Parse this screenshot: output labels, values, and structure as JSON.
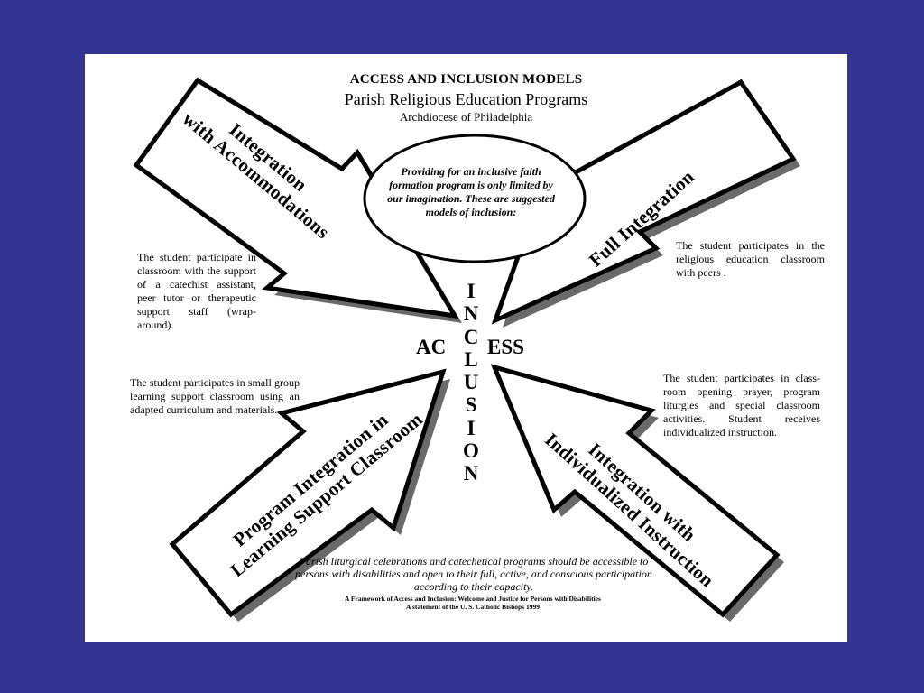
{
  "header": {
    "title": "ACCESS AND INCLUSION MODELS",
    "subtitle": "Parish Religious Education Programs",
    "organization": "Archdiocese of Philadelphia"
  },
  "center": {
    "ellipse_text": "Providing for an inclusive faith formation program is only limited by our imagination. These are suggested models of inclusion:",
    "vertical_letters": [
      "I",
      "N",
      "C",
      "L",
      "U",
      "S",
      "I",
      "O",
      "N"
    ],
    "horizontal_left": "AC",
    "horizontal_right": "ESS"
  },
  "models": {
    "top_left": {
      "label_line1": "Integration",
      "label_line2": "with Accommodations",
      "description": "The student participate in classroom with the support of a catechist assistant, peer tutor or therapeutic support staff (wrap-around)."
    },
    "top_right": {
      "label": "Full Integration",
      "description": "The student participates in the religious education classroom with peers ."
    },
    "bottom_left": {
      "label_line1": "Program Integration in",
      "label_line2": "Learning Support Classroom",
      "description": "The student participates in small group learning support classroom using an adapted curriculum and materials."
    },
    "bottom_right": {
      "label_line1": "Integration with",
      "label_line2": "Individualized Instruction",
      "description": "The student participates in class-room opening prayer, program liturgies and special classroom activities. Student receives individualized instruction."
    }
  },
  "footer": {
    "quote": "Parish liturgical celebrations and catechetical programs should be accessible to persons with disabilities and open to their full, active, and conscious participation according to their capacity.",
    "citation_line1": "A Framework of Access and Inclusion: Welcome and Justice for Persons with Disabilities",
    "citation_line2": "A statement of the U. S. Catholic Bishops 1999"
  },
  "colors": {
    "background": "#343593",
    "panel": "#ffffff",
    "ink": "#000000",
    "shadow": "#6a6a6a"
  }
}
